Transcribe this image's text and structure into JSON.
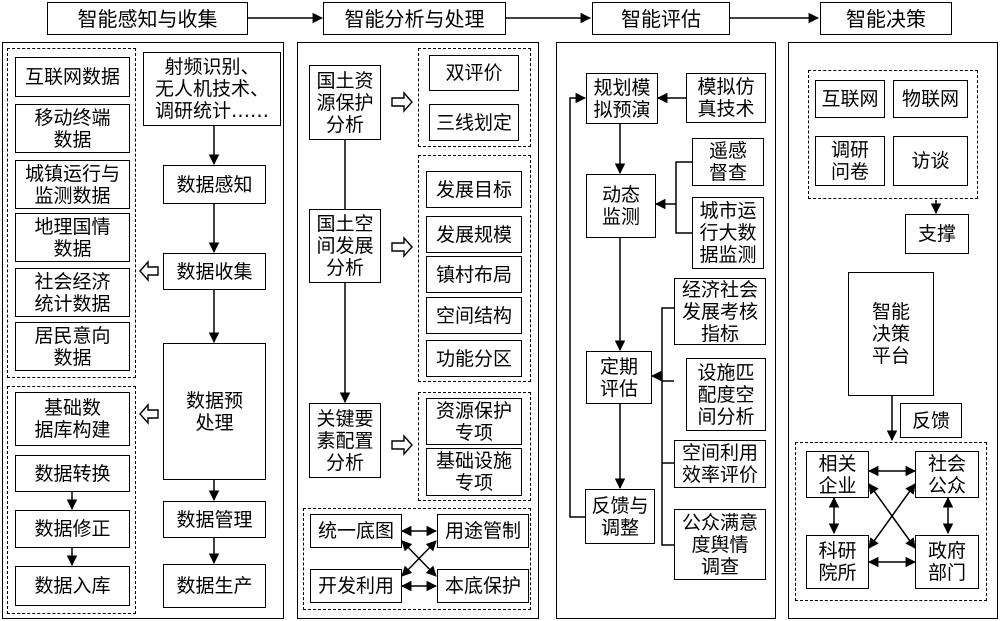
{
  "headers": {
    "h1": "智能感知与收集",
    "h2": "智能分析与处理",
    "h3": "智能评估",
    "h4": "智能决策"
  },
  "col1": {
    "sources": [
      "互联网数据",
      "移动终端\n数据",
      "城镇运行与\n监测数据",
      "地理国情\n数据",
      "社会经济\n统计数据",
      "居民意向\n数据"
    ],
    "methods": "射频识别、\n无人机技术、\n调研统计……",
    "steps": [
      "数据感知",
      "数据收集",
      "数据预\n处理",
      "数据管理",
      "数据生产"
    ],
    "prep": [
      "基础数\n据库构建",
      "数据转换",
      "数据修正",
      "数据入库"
    ]
  },
  "col2": {
    "analyses": [
      "国土资\n源保护\n分析",
      "国土空\n间发展\n分析",
      "关键要\n素配置\n分析"
    ],
    "g1": [
      "双评价",
      "三线划定"
    ],
    "g2": [
      "发展目标",
      "发展规模",
      "镇村布局",
      "空间结构",
      "功能分区"
    ],
    "g3": [
      "资源保护\n专项",
      "基础设施\n专项"
    ],
    "bottom": [
      "统一底图",
      "用途管制",
      "开发利用",
      "本底保护"
    ]
  },
  "col3": {
    "main": [
      "规划模\n拟预演",
      "动态\n监测",
      "定期\n评估",
      "反馈与\n调整"
    ],
    "simulation": "模拟仿\n真技术",
    "monitor": [
      "遥感\n督查",
      "城市运\n行大数\n据监测"
    ],
    "evaluate": [
      "经济社会\n发展考核\n指标",
      "设施匹\n配度空\n间分析",
      "空间利用\n效率评价",
      "公众满意\n度舆情\n调查"
    ]
  },
  "col4": {
    "sources": [
      "互联网",
      "物联网",
      "调研\n问卷",
      "访谈"
    ],
    "support": "支撑",
    "platform": "智能\n决策\n平台",
    "feedback": "反馈",
    "actors": [
      "相关\n企业",
      "社会\n公众",
      "科研\n院所",
      "政府\n部门"
    ]
  }
}
